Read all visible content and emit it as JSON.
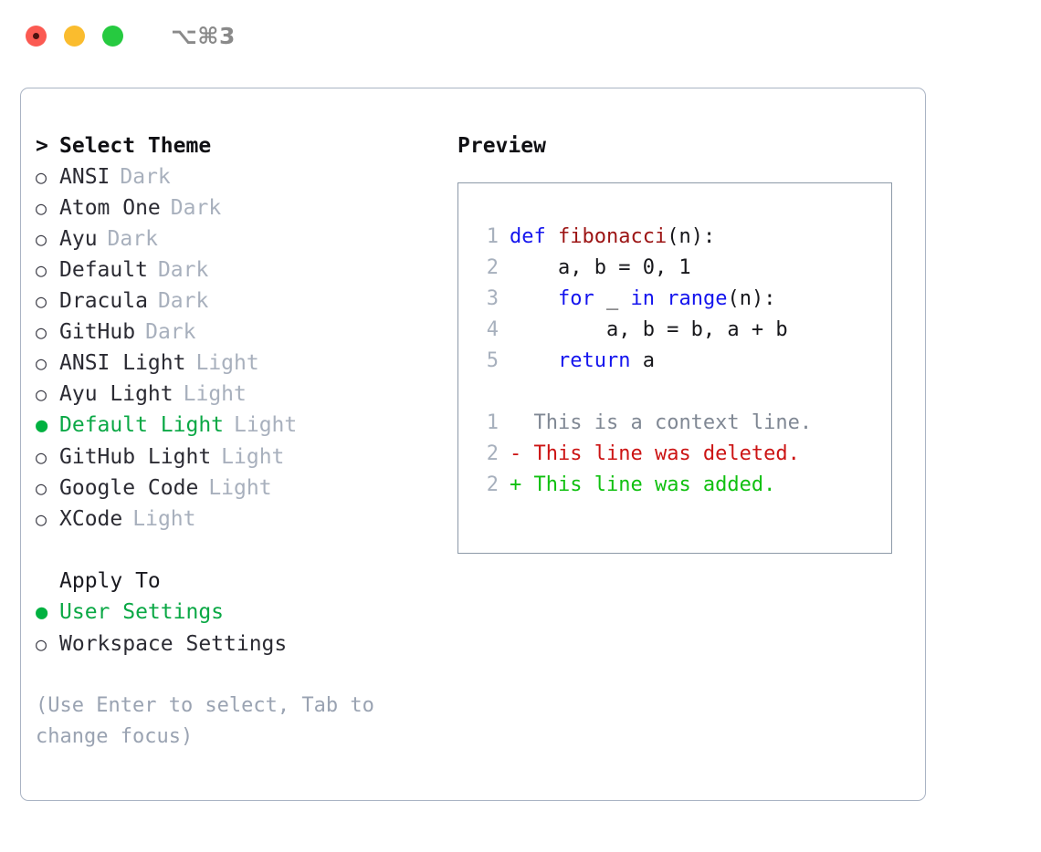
{
  "window": {
    "shortcut": "⌥⌘3",
    "traffic_lights": [
      "close",
      "minimize",
      "zoom"
    ]
  },
  "theme_picker": {
    "header": "Select Theme",
    "header_caret": ">",
    "marker_unselected": "○",
    "marker_selected": "●",
    "items": [
      {
        "label": "ANSI",
        "tag": "Dark",
        "selected": false
      },
      {
        "label": "Atom One",
        "tag": "Dark",
        "selected": false
      },
      {
        "label": "Ayu",
        "tag": "Dark",
        "selected": false
      },
      {
        "label": "Default",
        "tag": "Dark",
        "selected": false
      },
      {
        "label": "Dracula",
        "tag": "Dark",
        "selected": false
      },
      {
        "label": "GitHub",
        "tag": "Dark",
        "selected": false
      },
      {
        "label": "ANSI Light",
        "tag": "Light",
        "selected": false
      },
      {
        "label": "Ayu Light",
        "tag": "Light",
        "selected": false
      },
      {
        "label": "Default Light",
        "tag": "Light",
        "selected": true
      },
      {
        "label": "GitHub Light",
        "tag": "Light",
        "selected": false
      },
      {
        "label": "Google Code",
        "tag": "Light",
        "selected": false
      },
      {
        "label": "XCode",
        "tag": "Light",
        "selected": false
      }
    ]
  },
  "apply_to": {
    "header": "Apply To",
    "items": [
      {
        "label": "User Settings",
        "selected": true
      },
      {
        "label": "Workspace Settings",
        "selected": false
      }
    ]
  },
  "hint": "(Use Enter to select, Tab to change focus)",
  "preview": {
    "title": "Preview",
    "code_lines": [
      {
        "num": "1",
        "tokens": [
          {
            "text": "def ",
            "kind": "keyword"
          },
          {
            "text": "fibonacci",
            "kind": "function"
          },
          {
            "text": "(n):",
            "kind": "normal"
          }
        ]
      },
      {
        "num": "2",
        "tokens": [
          {
            "text": "    a, b = 0, 1",
            "kind": "normal"
          }
        ]
      },
      {
        "num": "3",
        "tokens": [
          {
            "text": "    ",
            "kind": "normal"
          },
          {
            "text": "for",
            "kind": "keyword"
          },
          {
            "text": " _ ",
            "kind": "normal"
          },
          {
            "text": "in",
            "kind": "keyword"
          },
          {
            "text": " ",
            "kind": "normal"
          },
          {
            "text": "range",
            "kind": "keyword"
          },
          {
            "text": "(n):",
            "kind": "normal"
          }
        ]
      },
      {
        "num": "4",
        "tokens": [
          {
            "text": "        a, b = b, a + b",
            "kind": "normal"
          }
        ]
      },
      {
        "num": "5",
        "tokens": [
          {
            "text": "    ",
            "kind": "normal"
          },
          {
            "text": "return",
            "kind": "keyword"
          },
          {
            "text": " a",
            "kind": "normal"
          }
        ]
      }
    ],
    "diff_lines": [
      {
        "num": "1",
        "sign": " ",
        "text": "This is a context line.",
        "kind": "context"
      },
      {
        "num": "2",
        "sign": "-",
        "text": "This line was deleted.",
        "kind": "deleted"
      },
      {
        "num": "2",
        "sign": "+",
        "text": "This line was added.",
        "kind": "added"
      }
    ]
  },
  "colors": {
    "selected_green": "#0aa845",
    "marker_green": "#00b140",
    "tag_gray": "#a8b0bd",
    "hint_gray": "#9aa3b2",
    "keyword_blue": "#1414ee",
    "function_red": "#9c1414",
    "diff_added": "#10c010",
    "diff_deleted": "#cc1414",
    "panel_border": "#aab4c4",
    "preview_border": "#8c99a8"
  }
}
